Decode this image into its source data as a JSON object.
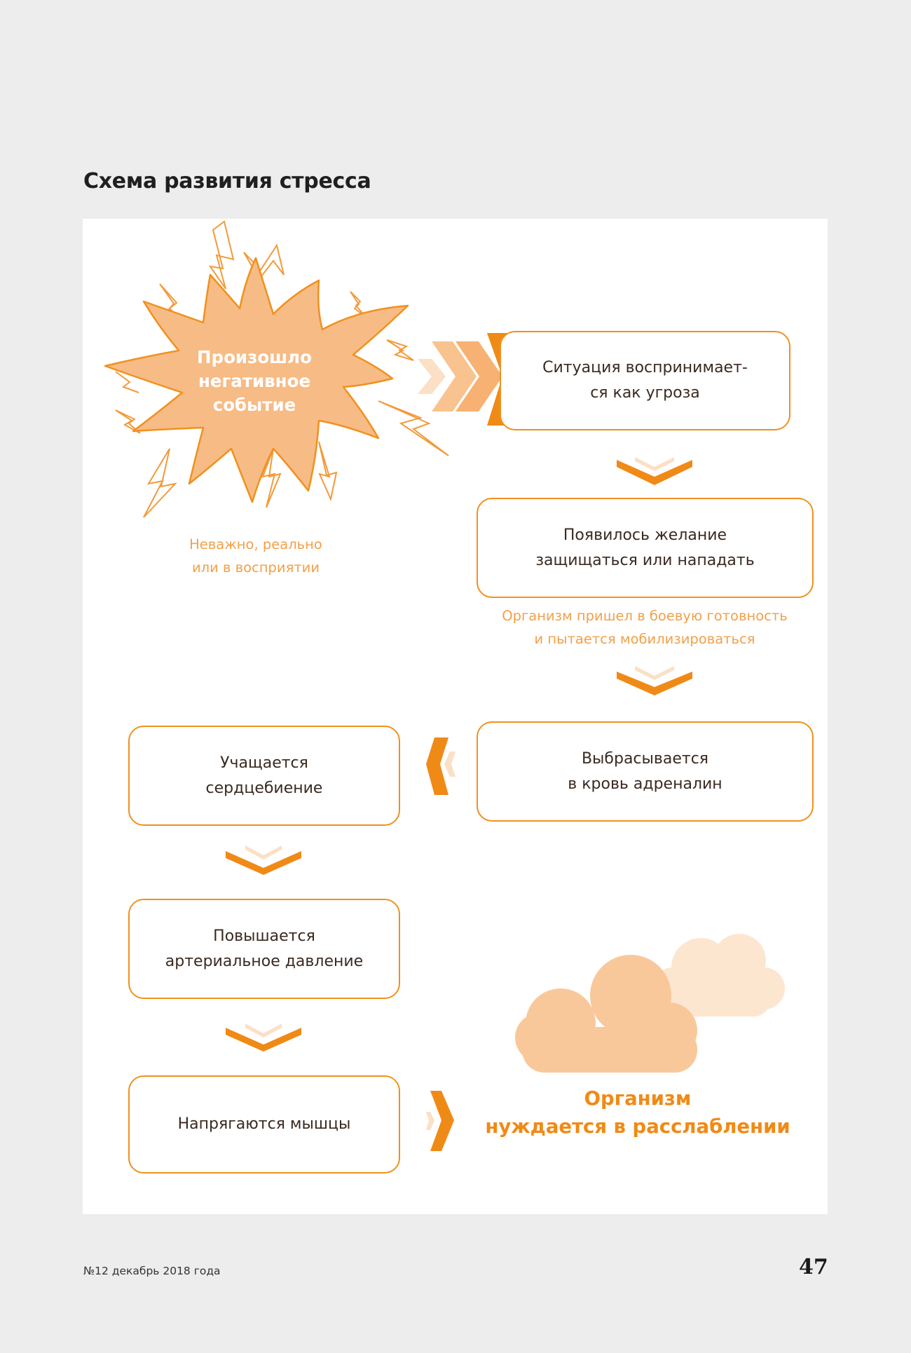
{
  "title": "Схема развития стресса",
  "burst": {
    "label": "Произошло\nнегативное\nсобытие"
  },
  "burst_note": "Неважно, реально\nили в восприятии",
  "steps": [
    "Ситуация воспринимает-\nся как угроза",
    "Появилось желание\nзащищаться или нападать",
    "Выбрасывается\nв кровь адреналин",
    "Учащается\nсердцебиение",
    "Повышается\nартериальное давление",
    "Напрягаются мышцы"
  ],
  "mobilize_note": "Организм пришел в боевую готовность\nи пытается мобилизироваться",
  "conclusion": "Организм\nнуждается в расслаблении",
  "colors": {
    "accent": "#f0911e",
    "note": "#f2a048",
    "burst_fill": "#f7bb85",
    "cloud": "#f9c89a"
  },
  "footer": {
    "issue": "№12 декабрь 2018 года",
    "page_number": "47"
  }
}
